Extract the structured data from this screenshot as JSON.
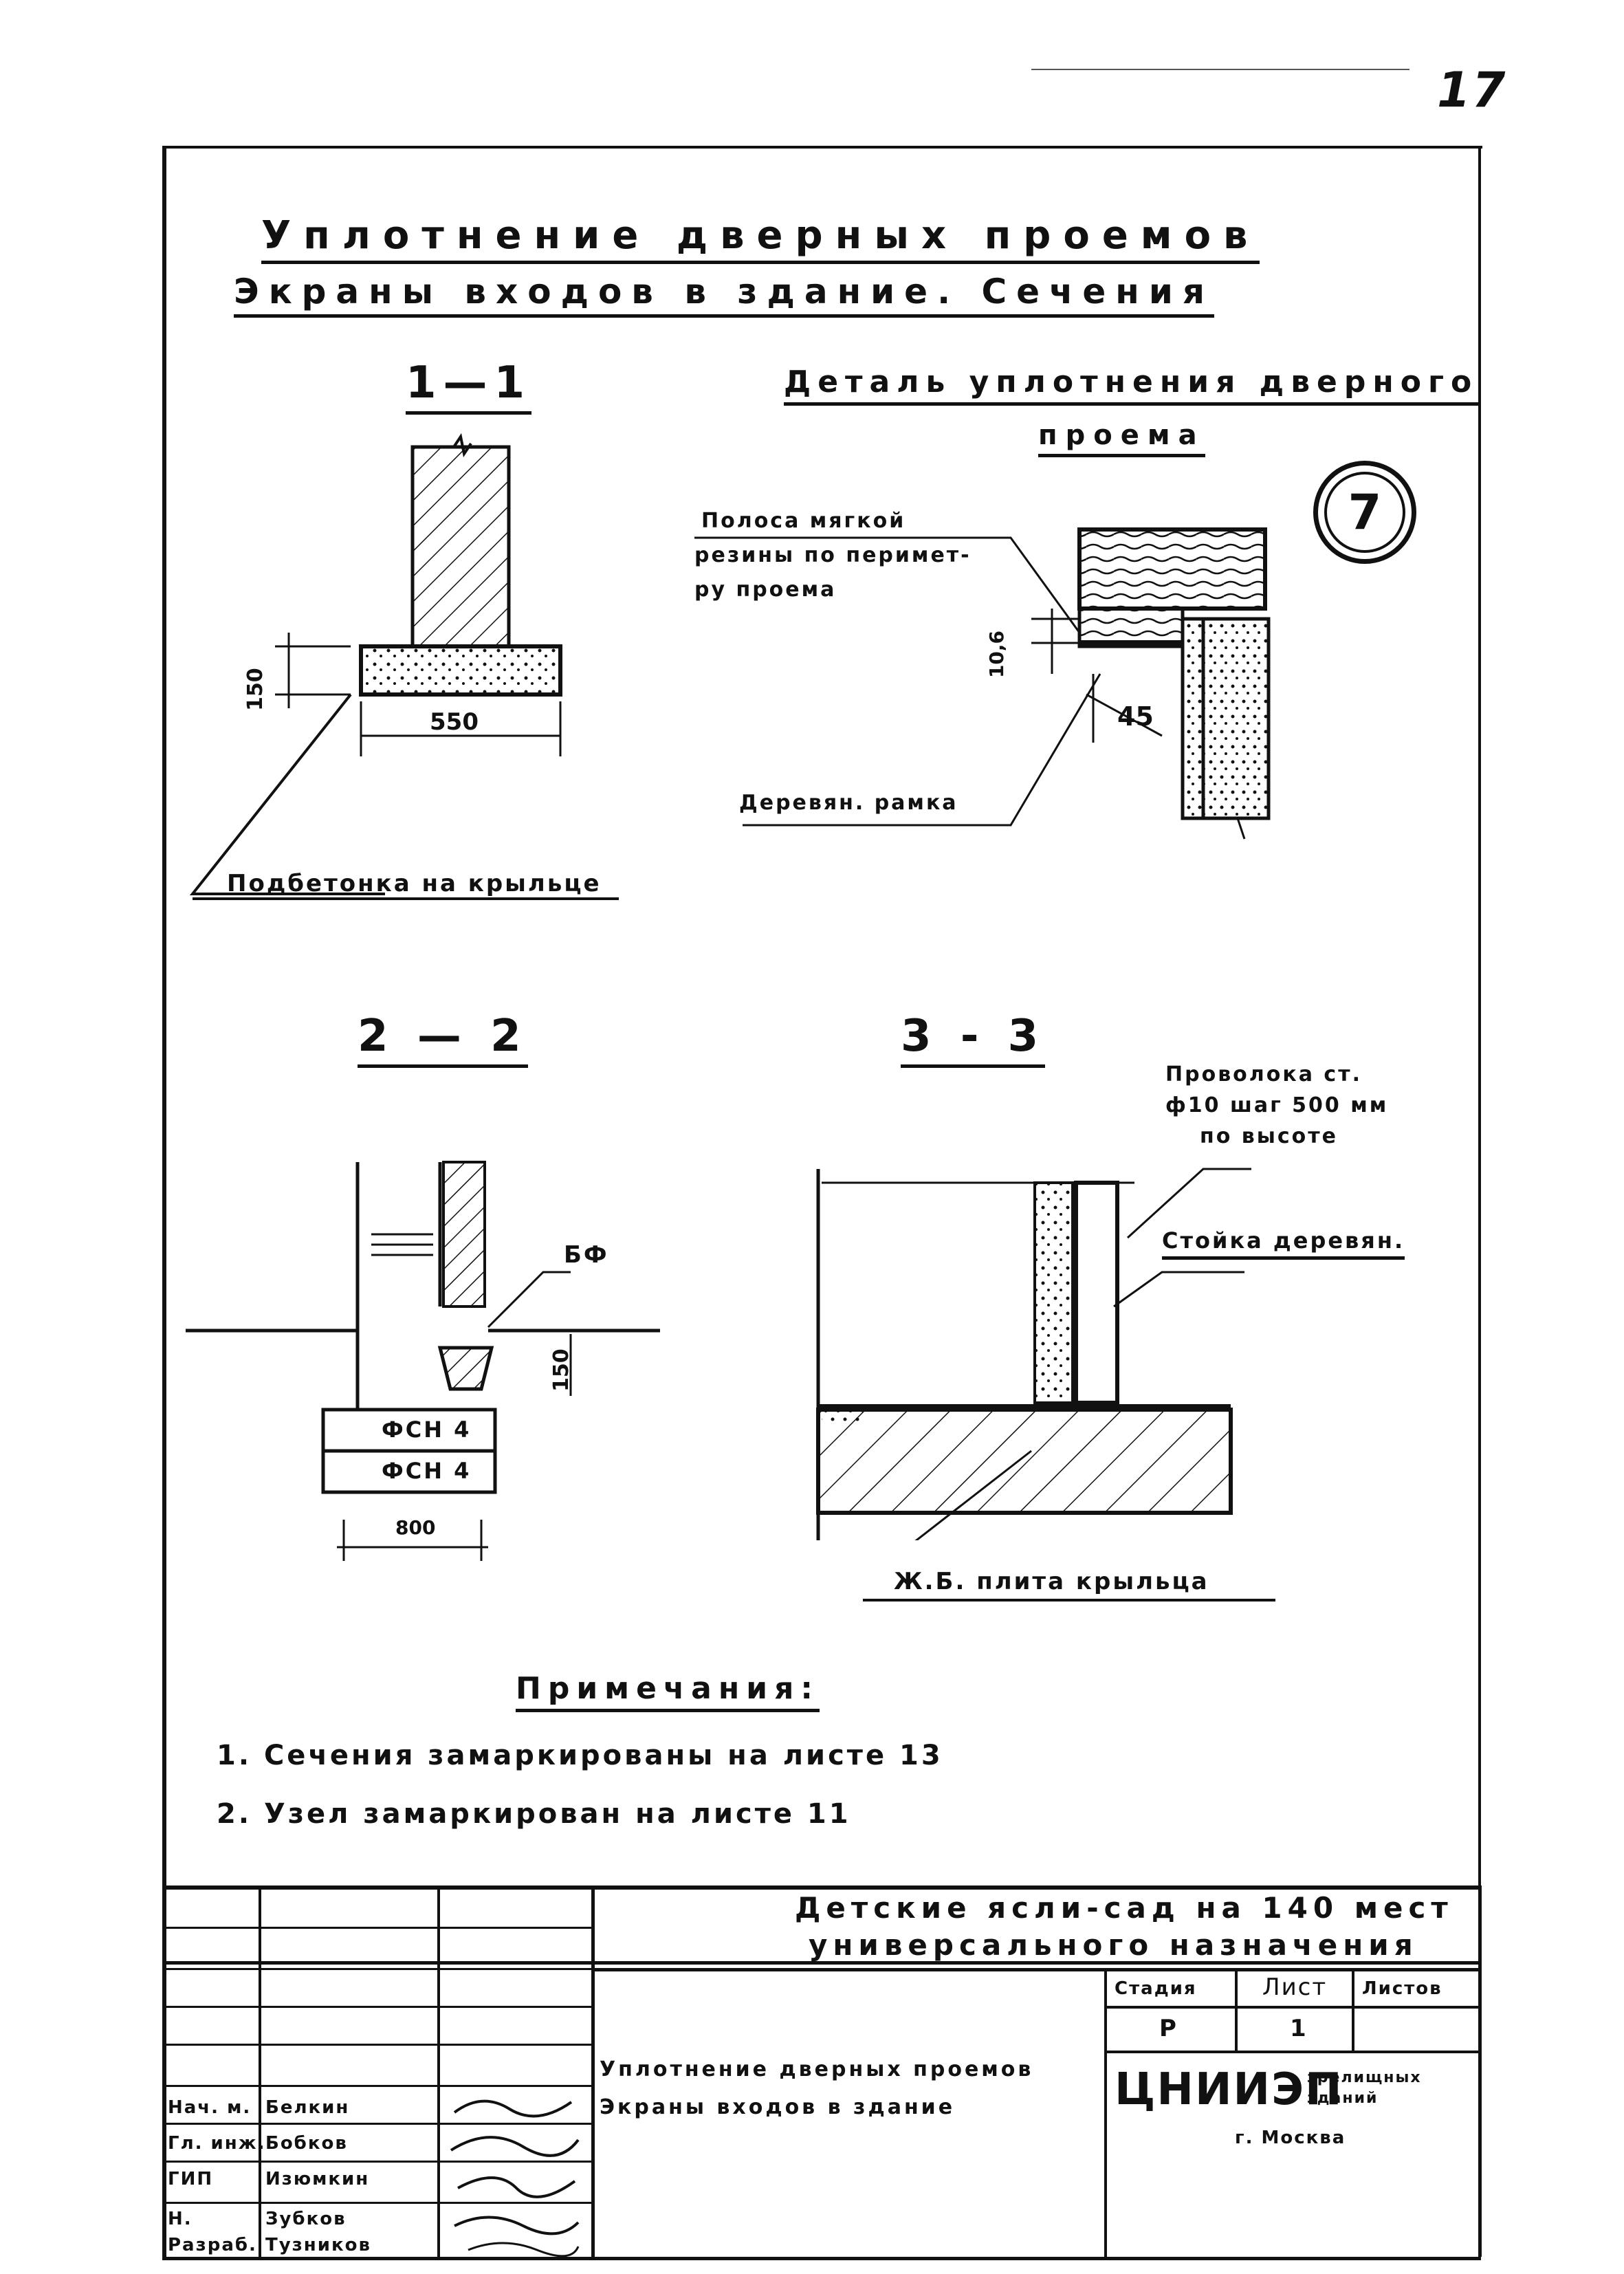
{
  "sheet": {
    "page_number": "17",
    "title_line1": "Уплотнение дверных проемов",
    "title_line2": "Экраны входов в здание. Сечения"
  },
  "detail": {
    "title_line1": "Деталь уплотнения дверного",
    "title_line2": "проема",
    "badge": "7",
    "label_strip_1": "Полоса мягкой",
    "label_strip_2": "резины по перимет-",
    "label_strip_3": "ру проема",
    "label_frame": "Деревян. рамка",
    "dim_gap": "10,6",
    "dim_45": "45"
  },
  "section11": {
    "label": "1—1",
    "dim_150": "150",
    "dim_550": "550",
    "callout": "Подбетонка на крыльце"
  },
  "section22": {
    "label": "2 — 2",
    "callout": "БФ",
    "dim_150": "150",
    "block1": "ФСН 4",
    "block2": "ФСН 4",
    "dim_800": "800"
  },
  "section33": {
    "label": "3 - 3",
    "callout_wire_1": "Проволока ст.",
    "callout_wire_2": "ф10 шаг 500 мм",
    "callout_wire_3": "по высоте",
    "callout_post": "Стойка деревян.",
    "callout_slab": "Ж.Б. плита крыльца"
  },
  "notes": {
    "heading": "Примечания:",
    "items": [
      "1. Сечения замаркированы на листе 13",
      "2. Узел замаркирован на листе 11"
    ]
  },
  "title_block": {
    "project_line1": "Детские ясли-сад на 140 мест",
    "project_line2": "универсального назначения",
    "sheet_title_line1": "Уплотнение дверных проемов",
    "sheet_title_line2": "Экраны входов в здание",
    "col_stage": "Стадия",
    "col_sheet": "Лист",
    "col_sheets": "Листов",
    "val_stage": "Р",
    "val_sheet": "1",
    "org": "ЦНИИЭП",
    "org_sub": "зрелищных зданий",
    "city": "г. Москва",
    "rows": [
      {
        "role": "Нач. м.",
        "name": "Белкин"
      },
      {
        "role": "Гл. инж.",
        "name": "Бобков"
      },
      {
        "role": "ГИП",
        "name": "Изюмкин"
      },
      {
        "role": "Н.",
        "name": "Зубков"
      },
      {
        "role": "Разраб.",
        "name": "Тузников"
      }
    ]
  }
}
